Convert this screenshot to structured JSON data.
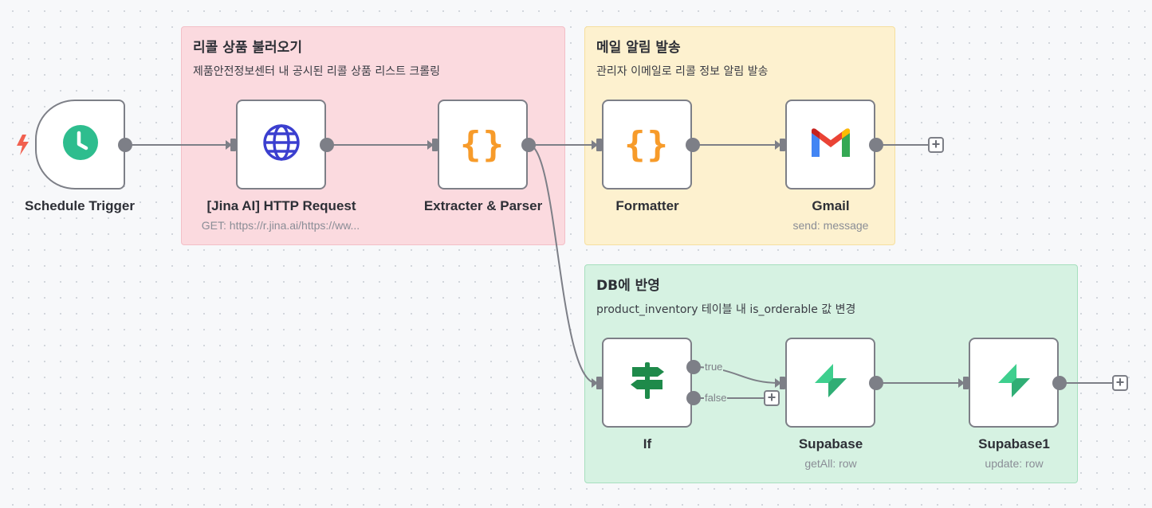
{
  "groups": {
    "recall": {
      "title": "리콜 상품 불러오기",
      "description": "제품안전정보센터 내 공시된 리콜 상품 리스트 크롤링",
      "color": "#fbdadf"
    },
    "mail": {
      "title": "메일 알림 발송",
      "description": "관리자 이메일로 리콜 정보 알림 발송",
      "color": "#fdf1cf"
    },
    "db": {
      "title": "DB에 반영",
      "description": "product_inventory 테이블 내 is_orderable 값 변경",
      "color": "#d6f2e2"
    }
  },
  "nodes": {
    "schedule": {
      "label": "Schedule Trigger",
      "subtitle": "",
      "icon": "clock-icon"
    },
    "http": {
      "label": "[Jina AI] HTTP Request",
      "subtitle": "GET: https://r.jina.ai/https://ww...",
      "icon": "globe-icon"
    },
    "extracter": {
      "label": "Extracter & Parser",
      "subtitle": "",
      "icon": "code-braces-icon"
    },
    "formatter": {
      "label": "Formatter",
      "subtitle": "",
      "icon": "code-braces-icon"
    },
    "gmail": {
      "label": "Gmail",
      "subtitle": "send: message",
      "icon": "gmail-icon"
    },
    "if": {
      "label": "If",
      "subtitle": "",
      "icon": "signpost-icon"
    },
    "supabase": {
      "label": "Supabase",
      "subtitle": "getAll: row",
      "icon": "supabase-icon"
    },
    "supabase1": {
      "label": "Supabase1",
      "subtitle": "update: row",
      "icon": "supabase-icon"
    }
  },
  "branches": {
    "true_label": "true",
    "false_label": "false"
  },
  "controls": {
    "add_node": "+"
  },
  "colors": {
    "accent_trigger": "#f1604f",
    "edge": "#7d7f87",
    "globe": "#3b3fcf",
    "braces": "#f79b2a",
    "if_icon": "#1e8a4a",
    "supabase": "#3ecf8e"
  }
}
